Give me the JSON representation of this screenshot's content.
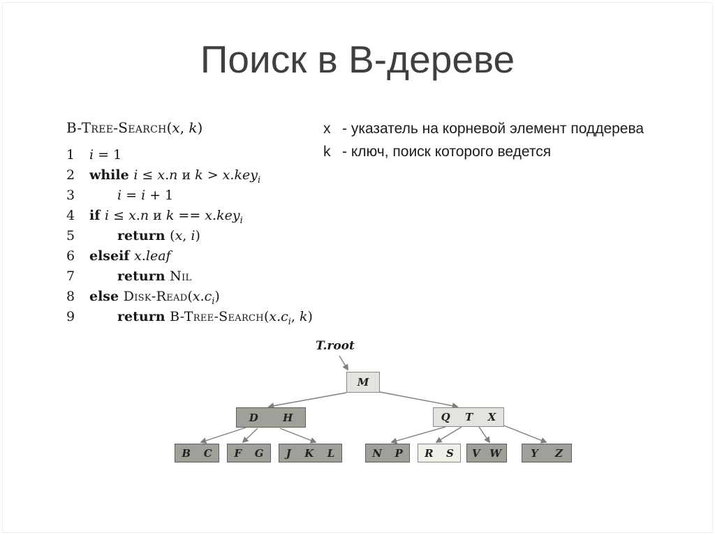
{
  "title": "Поиск в B-дереве",
  "pseudocode": {
    "header": [
      {
        "t": "B-Tree-Search",
        "s": "sc"
      },
      {
        "t": "(",
        "s": "p"
      },
      {
        "t": "x",
        "s": "v"
      },
      {
        "t": ", ",
        "s": "p"
      },
      {
        "t": "k",
        "s": "v"
      },
      {
        "t": ")",
        "s": "p"
      }
    ],
    "lines": [
      {
        "num": "1",
        "ind": 0,
        "seg": [
          {
            "t": "i",
            "s": "v"
          },
          {
            "t": " = 1",
            "s": "p"
          }
        ]
      },
      {
        "num": "2",
        "ind": 0,
        "seg": [
          {
            "t": "while ",
            "s": "k"
          },
          {
            "t": "i",
            "s": "v"
          },
          {
            "t": " ≤ ",
            "s": "p"
          },
          {
            "t": "x",
            "s": "v"
          },
          {
            "t": ".",
            "s": "p"
          },
          {
            "t": "n",
            "s": "v"
          },
          {
            "t": " и ",
            "s": "p"
          },
          {
            "t": "k",
            "s": "v"
          },
          {
            "t": " > ",
            "s": "p"
          },
          {
            "t": "x",
            "s": "v"
          },
          {
            "t": ".",
            "s": "p"
          },
          {
            "t": "key",
            "s": "v"
          },
          {
            "t": "i",
            "s": "sub"
          }
        ]
      },
      {
        "num": "3",
        "ind": 1,
        "seg": [
          {
            "t": "i",
            "s": "v"
          },
          {
            "t": " = ",
            "s": "p"
          },
          {
            "t": "i",
            "s": "v"
          },
          {
            "t": " + 1",
            "s": "p"
          }
        ]
      },
      {
        "num": "4",
        "ind": 0,
        "seg": [
          {
            "t": "if ",
            "s": "k"
          },
          {
            "t": "i",
            "s": "v"
          },
          {
            "t": " ≤ ",
            "s": "p"
          },
          {
            "t": "x",
            "s": "v"
          },
          {
            "t": ".",
            "s": "p"
          },
          {
            "t": "n",
            "s": "v"
          },
          {
            "t": " и ",
            "s": "p"
          },
          {
            "t": "k",
            "s": "v"
          },
          {
            "t": " == ",
            "s": "p"
          },
          {
            "t": "x",
            "s": "v"
          },
          {
            "t": ".",
            "s": "p"
          },
          {
            "t": "key",
            "s": "v"
          },
          {
            "t": "i",
            "s": "sub"
          }
        ]
      },
      {
        "num": "5",
        "ind": 1,
        "seg": [
          {
            "t": "return ",
            "s": "k"
          },
          {
            "t": "(",
            "s": "p"
          },
          {
            "t": "x",
            "s": "v"
          },
          {
            "t": ", ",
            "s": "p"
          },
          {
            "t": "i",
            "s": "v"
          },
          {
            "t": ")",
            "s": "p"
          }
        ]
      },
      {
        "num": "6",
        "ind": 0,
        "seg": [
          {
            "t": "elseif ",
            "s": "k"
          },
          {
            "t": "x",
            "s": "v"
          },
          {
            "t": ".",
            "s": "p"
          },
          {
            "t": "leaf",
            "s": "v"
          }
        ]
      },
      {
        "num": "7",
        "ind": 1,
        "seg": [
          {
            "t": "return ",
            "s": "k"
          },
          {
            "t": "Nil",
            "s": "sc"
          }
        ]
      },
      {
        "num": "8",
        "ind": 0,
        "seg": [
          {
            "t": "else ",
            "s": "k"
          },
          {
            "t": "Disk-Read",
            "s": "sc"
          },
          {
            "t": "(",
            "s": "p"
          },
          {
            "t": "x",
            "s": "v"
          },
          {
            "t": ".",
            "s": "p"
          },
          {
            "t": "c",
            "s": "v"
          },
          {
            "t": "i",
            "s": "sub"
          },
          {
            "t": ")",
            "s": "p"
          }
        ]
      },
      {
        "num": "9",
        "ind": 1,
        "seg": [
          {
            "t": "return ",
            "s": "k"
          },
          {
            "t": "B-Tree-Search",
            "s": "sc"
          },
          {
            "t": "(",
            "s": "p"
          },
          {
            "t": "x",
            "s": "v"
          },
          {
            "t": ".",
            "s": "p"
          },
          {
            "t": "c",
            "s": "v"
          },
          {
            "t": "i",
            "s": "sub"
          },
          {
            "t": ", ",
            "s": "p"
          },
          {
            "t": "k",
            "s": "v"
          },
          {
            "t": ")",
            "s": "p"
          }
        ]
      }
    ]
  },
  "legend": [
    {
      "term": "x",
      "def": "- указатель на корневой элемент поддерева"
    },
    {
      "term": "k",
      "def": "- ключ, поиск которого ведется"
    }
  ],
  "tree": {
    "root_pointer_label": "T.root",
    "nodes": [
      {
        "id": "m",
        "keys": [
          "M"
        ],
        "variant": "light"
      },
      {
        "id": "dh",
        "keys": [
          "D",
          "H"
        ],
        "variant": "dark"
      },
      {
        "id": "qtx",
        "keys": [
          "Q",
          "T",
          "X"
        ],
        "variant": "light"
      },
      {
        "id": "bc",
        "keys": [
          "B",
          "C"
        ],
        "variant": "dark"
      },
      {
        "id": "fg",
        "keys": [
          "F",
          "G"
        ],
        "variant": "dark"
      },
      {
        "id": "jkl",
        "keys": [
          "J",
          "K",
          "L"
        ],
        "variant": "dark"
      },
      {
        "id": "np",
        "keys": [
          "N",
          "P"
        ],
        "variant": "dark"
      },
      {
        "id": "rs",
        "keys": [
          "R",
          "S"
        ],
        "variant": "lighter"
      },
      {
        "id": "vw",
        "keys": [
          "V",
          "W"
        ],
        "variant": "dark"
      },
      {
        "id": "yz",
        "keys": [
          "Y",
          "Z"
        ],
        "variant": "dark"
      }
    ]
  },
  "colors": {
    "title": "#3f3f3f",
    "text": "#1c1c1c",
    "frame": "#ececec",
    "node_dark_fill": "#a0a09b",
    "node_dark_border": "#5e5e58",
    "node_light_fill": "#e3e3df",
    "node_light_border": "#8a8a85",
    "node_lighter_fill": "#f0f0eb",
    "arrow": "#7f7f7f"
  }
}
